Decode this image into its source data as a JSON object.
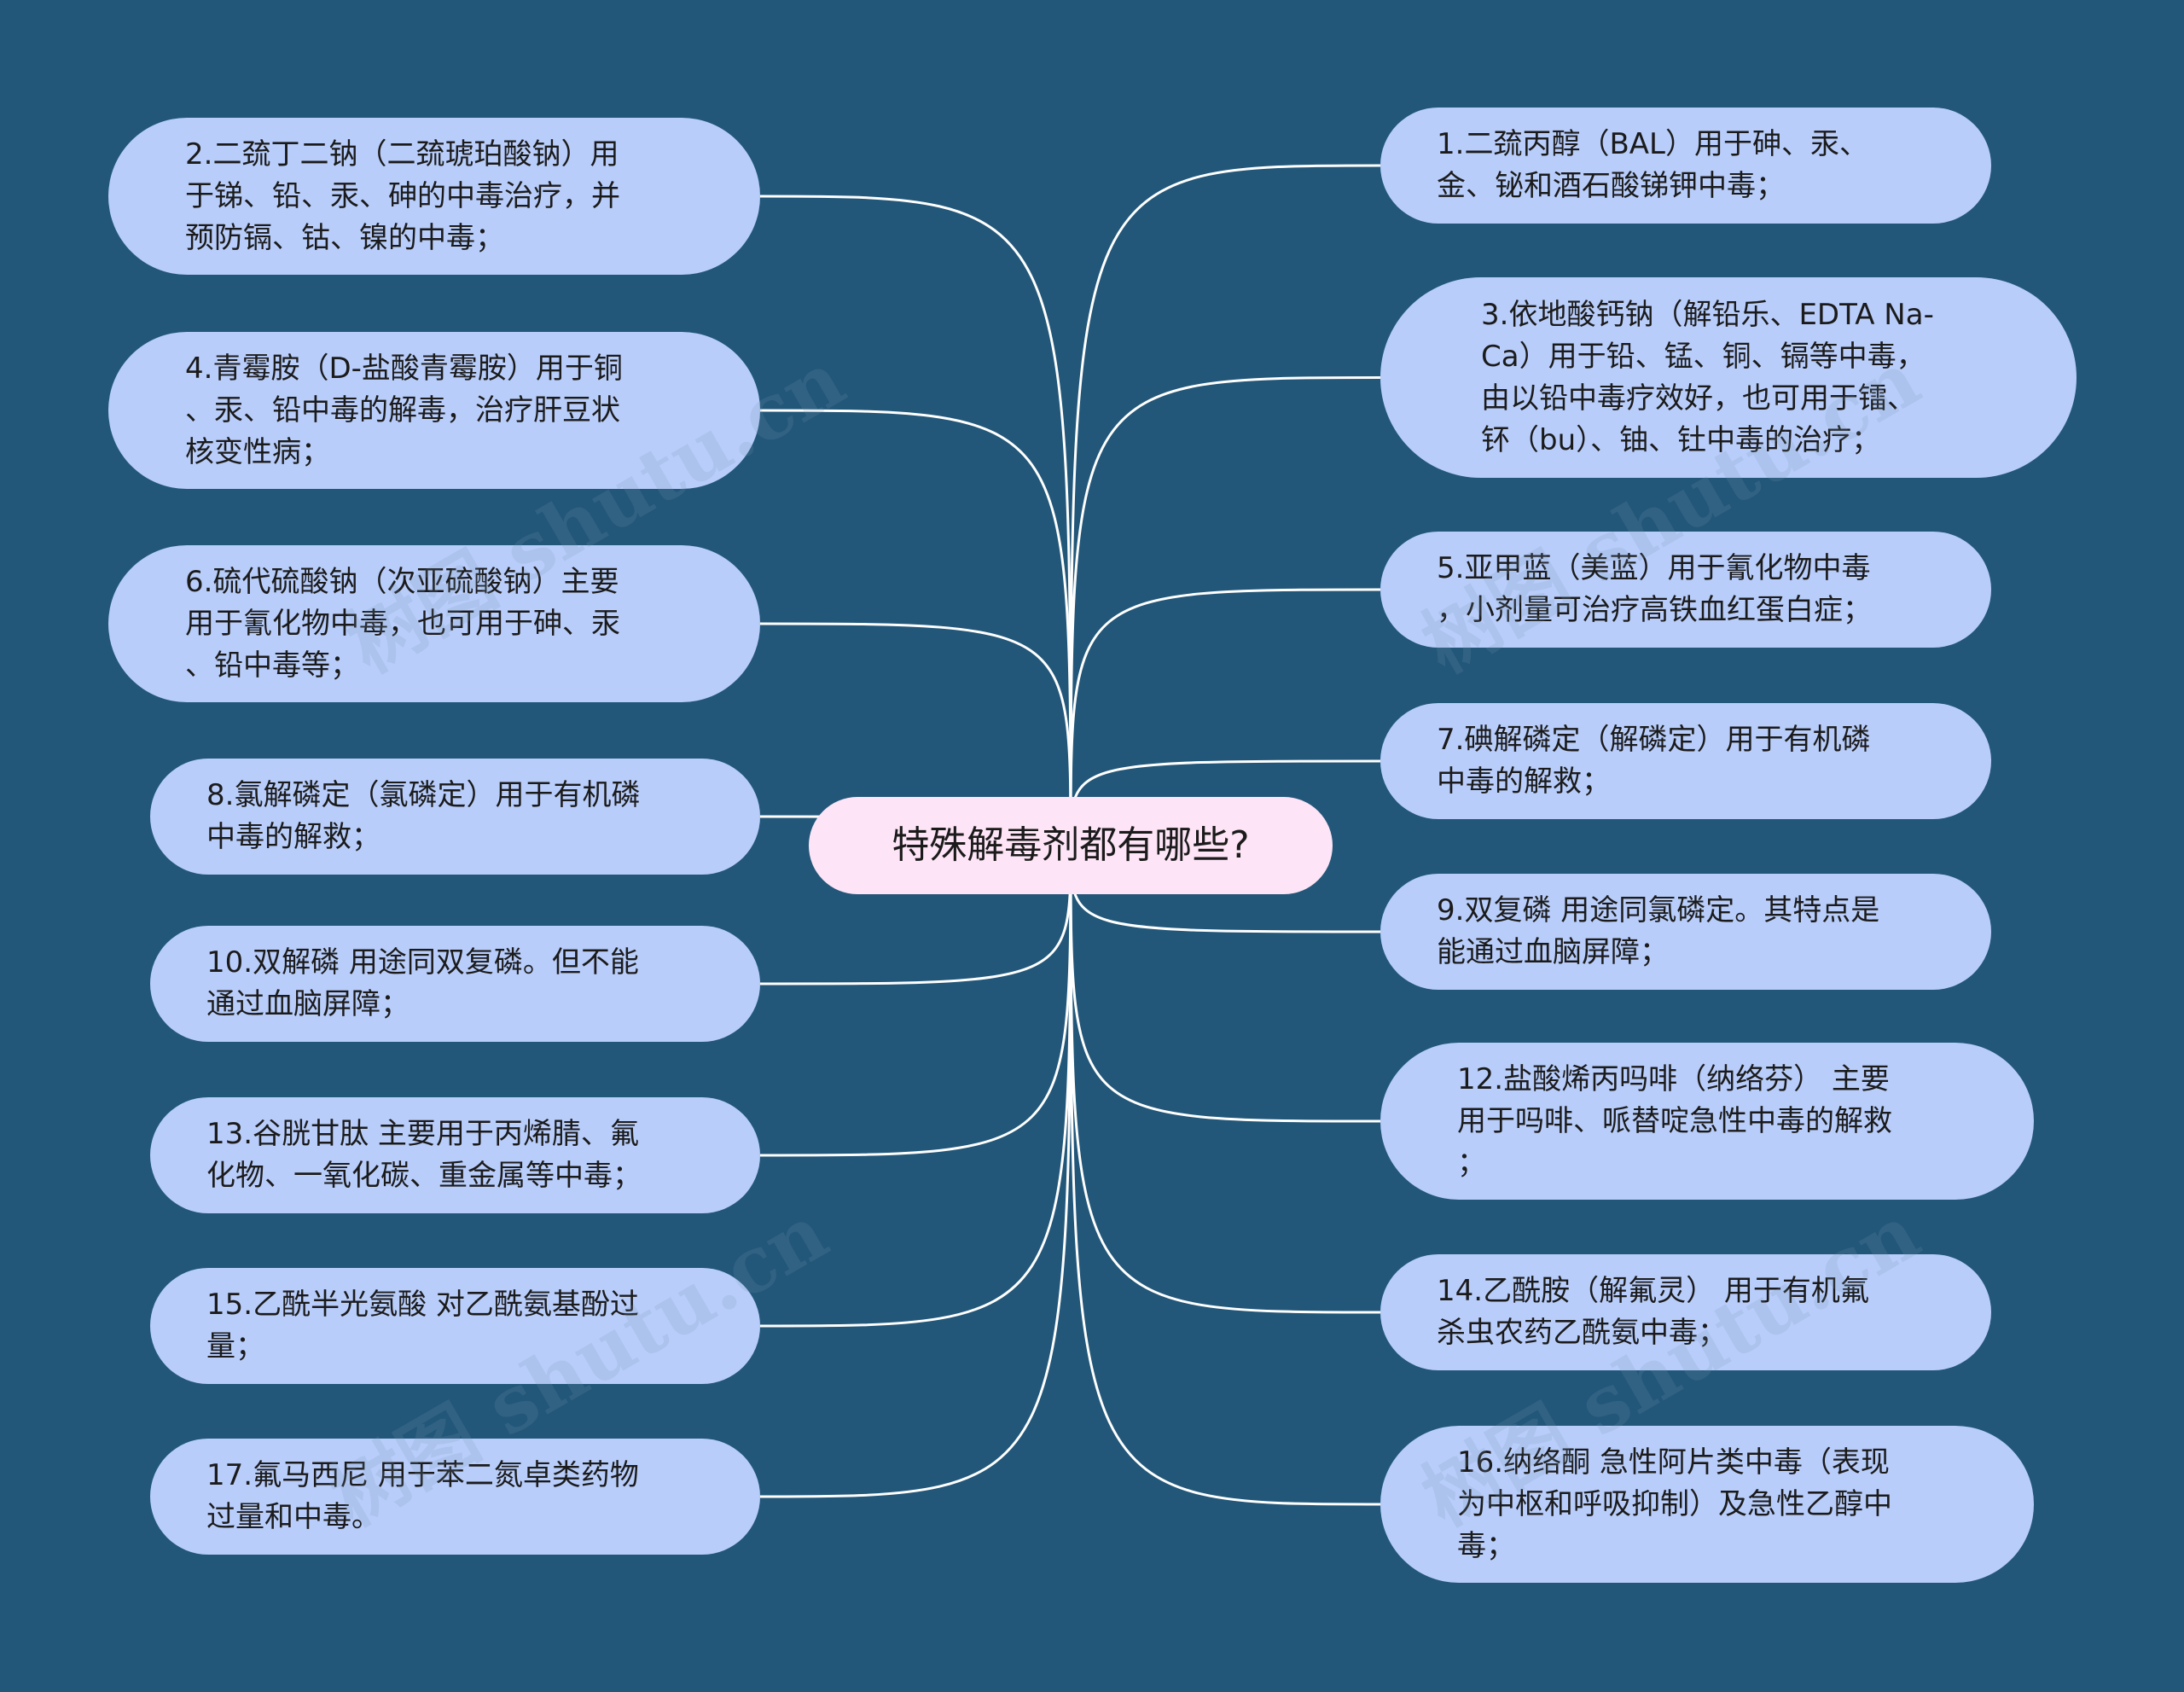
{
  "colors": {
    "background": "#225779",
    "node_fill": "#b8cdfa",
    "center_fill": "#fde4f6",
    "link": "#ffffff"
  },
  "center": {
    "label": "特殊解毒剂都有哪些?"
  },
  "left_nodes": [
    {
      "id": "n2",
      "text": "2.二巯丁二钠（二巯琥珀酸钠）用\n于锑、铅、汞、砷的中毒治疗，并\n预防镉、钴、镍的中毒；"
    },
    {
      "id": "n4",
      "text": "4.青霉胺（D-盐酸青霉胺）用于铜\n、汞、铅中毒的解毒，治疗肝豆状\n核变性病；"
    },
    {
      "id": "n6",
      "text": "6.硫代硫酸钠（次亚硫酸钠）主要\n用于氰化物中毒，也可用于砷、汞\n、铅中毒等；"
    },
    {
      "id": "n8",
      "text": "8.氯解磷定（氯磷定）用于有机磷\n中毒的解救；"
    },
    {
      "id": "n10",
      "text": "10.双解磷 用途同双复磷。但不能\n通过血脑屏障；"
    },
    {
      "id": "n13",
      "text": "13.谷胱甘肽 主要用于丙烯腈、氟\n化物、一氧化碳、重金属等中毒；"
    },
    {
      "id": "n15",
      "text": "15.乙酰半光氨酸 对乙酰氨基酚过\n量；"
    },
    {
      "id": "n17",
      "text": "17.氟马西尼 用于苯二氮卓类药物\n过量和中毒。"
    }
  ],
  "right_nodes": [
    {
      "id": "n1",
      "text": "1.二巯丙醇（BAL）用于砷、汞、\n金、铋和酒石酸锑钾中毒；"
    },
    {
      "id": "n3",
      "text": "3.依地酸钙钠（解铅乐、EDTA Na-\nCa）用于铅、锰、铜、镉等中毒，\n由以铅中毒疗效好，也可用于镭、\n钚（bu）、铀、钍中毒的治疗；"
    },
    {
      "id": "n5",
      "text": "5.亚甲蓝（美蓝）用于氰化物中毒\n，小剂量可治疗高铁血红蛋白症；"
    },
    {
      "id": "n7",
      "text": "7.碘解磷定（解磷定）用于有机磷\n中毒的解救；"
    },
    {
      "id": "n9",
      "text": "9.双复磷 用途同氯磷定。其特点是\n能通过血脑屏障；"
    },
    {
      "id": "n12",
      "text": "12.盐酸烯丙吗啡（纳络芬） 主要\n用于吗啡、哌替啶急性中毒的解救\n；"
    },
    {
      "id": "n14",
      "text": "14.乙酰胺（解氟灵） 用于有机氟\n杀虫农药乙酰氨中毒；"
    },
    {
      "id": "n16",
      "text": "16.纳络酮 急性阿片类中毒（表现\n为中枢和呼吸抑制）及急性乙醇中\n毒；"
    }
  ],
  "watermark": "树图 shutu.cn"
}
